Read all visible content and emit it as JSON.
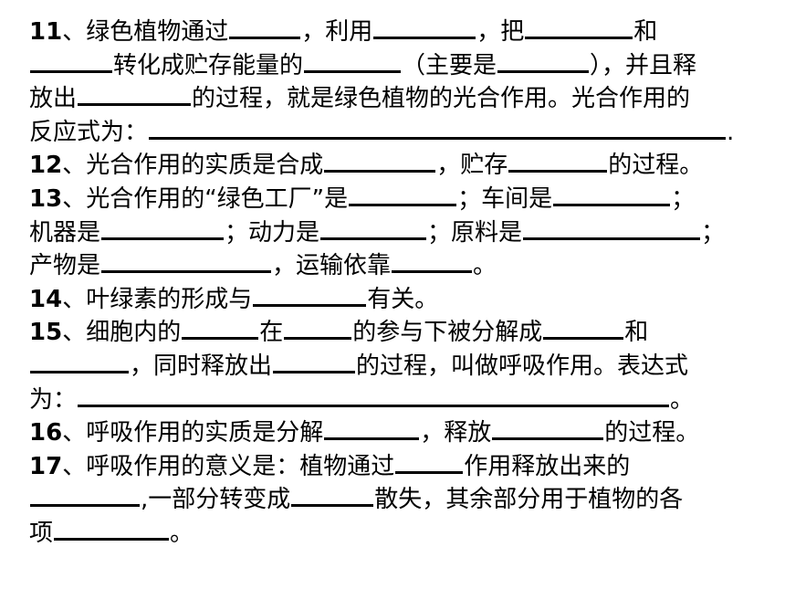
{
  "document": {
    "lines": [
      [
        {
          "num": "11"
        },
        {
          "t": "、绿色植物通过"
        },
        {
          "b": 78
        },
        {
          "t": "，利用"
        },
        {
          "b": 112
        },
        {
          "t": "，把"
        },
        {
          "b": 118
        },
        {
          "t": "和"
        }
      ],
      [
        {
          "b": 90
        },
        {
          "t": "转化成贮存能量的"
        },
        {
          "b": 106
        },
        {
          "t": "（主要是"
        },
        {
          "b": 100
        },
        {
          "t": "），并且释"
        }
      ],
      [
        {
          "t": "放出"
        },
        {
          "b": 124
        },
        {
          "t": "的过程，就是绿色植物的光合作用。光合作用的"
        }
      ],
      [
        {
          "t": "反应式为："
        },
        {
          "b": 632
        },
        {
          "t": "."
        }
      ],
      [
        {
          "num": "12"
        },
        {
          "t": "、光合作用的实质是合成"
        },
        {
          "b": 122
        },
        {
          "t": "，贮存"
        },
        {
          "b": 108
        },
        {
          "t": "的过程。"
        }
      ],
      [
        {
          "num": "13"
        },
        {
          "t": "、光合作用的“绿色工厂”是"
        },
        {
          "b": 118
        },
        {
          "t": "；车间是"
        },
        {
          "b": 128
        },
        {
          "t": "；"
        }
      ],
      [
        {
          "t": "机器是"
        },
        {
          "b": 134
        },
        {
          "t": "；动力是"
        },
        {
          "b": 116
        },
        {
          "t": "；原料是"
        },
        {
          "b": 194
        },
        {
          "t": "；"
        }
      ],
      [
        {
          "t": "产物是"
        },
        {
          "b": 186
        },
        {
          "t": "，运输依靠"
        },
        {
          "b": 88
        },
        {
          "t": "。"
        }
      ],
      [
        {
          "num": "14"
        },
        {
          "t": "、叶绿素的形成与"
        },
        {
          "b": 124
        },
        {
          "t": "有关。"
        }
      ],
      [
        {
          "num": "15"
        },
        {
          "t": "、细胞内的"
        },
        {
          "b": 84
        },
        {
          "t": "在"
        },
        {
          "b": 74
        },
        {
          "t": "的参与下被分解成"
        },
        {
          "b": 88
        },
        {
          "t": "和"
        }
      ],
      [
        {
          "b": 108
        },
        {
          "t": "，同时释放出"
        },
        {
          "b": 90
        },
        {
          "t": "的过程，叫做呼吸作用。表达式"
        }
      ],
      [
        {
          "t": "为："
        },
        {
          "b": 648
        },
        {
          "t": "。"
        }
      ],
      [
        {
          "num": "16"
        },
        {
          "t": "、呼吸作用的实质是分解"
        },
        {
          "b": 104
        },
        {
          "t": "，释放"
        },
        {
          "b": 122
        },
        {
          "t": "的过程。"
        }
      ],
      [
        {
          "num": "17"
        },
        {
          "t": "、呼吸作用的意义是：植物通过"
        },
        {
          "b": 74
        },
        {
          "t": "作用释放出来的"
        }
      ],
      [
        {
          "b": 120
        },
        {
          "t": ",一部分转变成"
        },
        {
          "b": 90
        },
        {
          "t": "散失，其余部分用于植物的各"
        }
      ],
      [
        {
          "t": "项"
        },
        {
          "b": 126
        },
        {
          "t": "。"
        }
      ]
    ]
  }
}
